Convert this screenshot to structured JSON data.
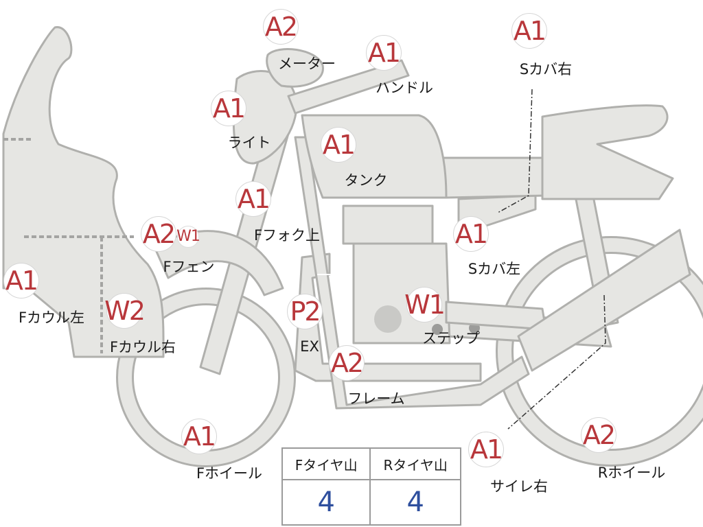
{
  "parts": [
    {
      "id": "meter",
      "label": "メーター",
      "grade": "A2"
    },
    {
      "id": "handle",
      "label": "ハンドル",
      "grade": "A1"
    },
    {
      "id": "s-cover-right",
      "label": "Sカバ右",
      "grade": "A1"
    },
    {
      "id": "light",
      "label": "ライト",
      "grade": "A1"
    },
    {
      "id": "tank",
      "label": "タンク",
      "grade": "A1"
    },
    {
      "id": "f-fork-upper",
      "label": "Fフォク上",
      "grade": "A1"
    },
    {
      "id": "f-fender",
      "label": "Fフェン",
      "grade": "A2",
      "secondary_grade": "W1"
    },
    {
      "id": "s-cover-left",
      "label": "Sカバ左",
      "grade": "A1"
    },
    {
      "id": "f-cowl-left",
      "label": "Fカウル左",
      "grade": "A1"
    },
    {
      "id": "f-cowl-right",
      "label": "Fカウル右",
      "grade": "W2"
    },
    {
      "id": "ex",
      "label": "EX",
      "grade": "P2"
    },
    {
      "id": "step",
      "label": "ステップ",
      "grade": "W1"
    },
    {
      "id": "frame",
      "label": "フレーム",
      "grade": "A2"
    },
    {
      "id": "f-wheel",
      "label": "Fホイール",
      "grade": "A1"
    },
    {
      "id": "silencer-right",
      "label": "サイレ右",
      "grade": "A1"
    },
    {
      "id": "r-wheel",
      "label": "Rホイール",
      "grade": "A2"
    }
  ],
  "tire_table": {
    "headers": [
      "Fタイヤ山",
      "Rタイヤ山"
    ],
    "values": [
      "4",
      "4"
    ]
  },
  "colors": {
    "grade_text": "#b8373b",
    "tire_value": "#2e4f9e",
    "part_fill": "#e6e6e3",
    "part_outline": "#b0b0ad"
  }
}
